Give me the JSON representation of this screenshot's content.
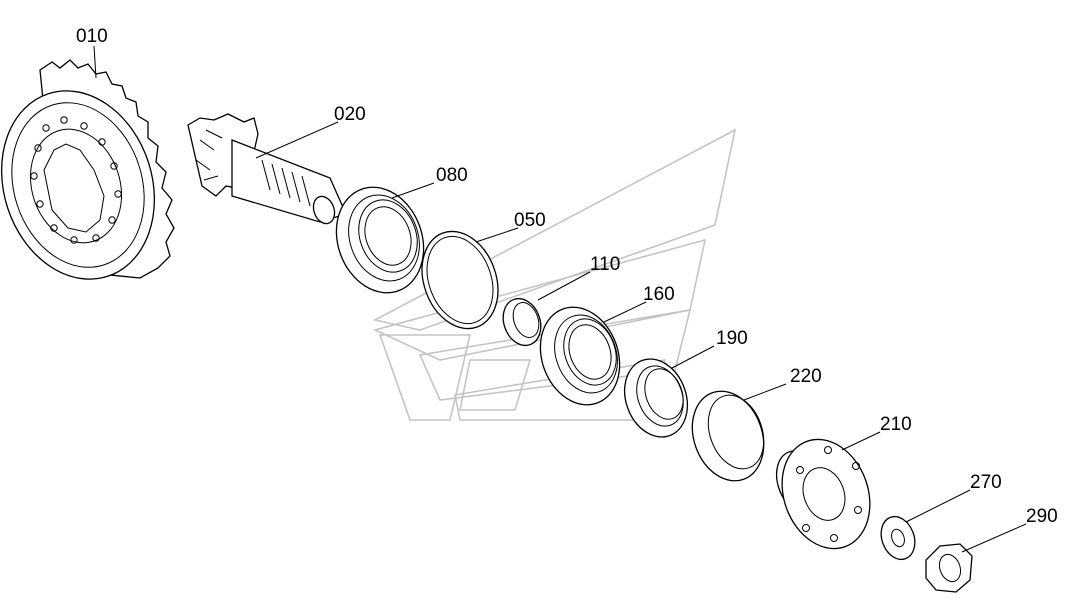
{
  "callouts": {
    "c010": "010",
    "c020": "020",
    "c080": "080",
    "c050": "050",
    "c110": "110",
    "c160": "160",
    "c190": "190",
    "c220": "220",
    "c210": "210",
    "c270": "270",
    "c290": "290"
  }
}
